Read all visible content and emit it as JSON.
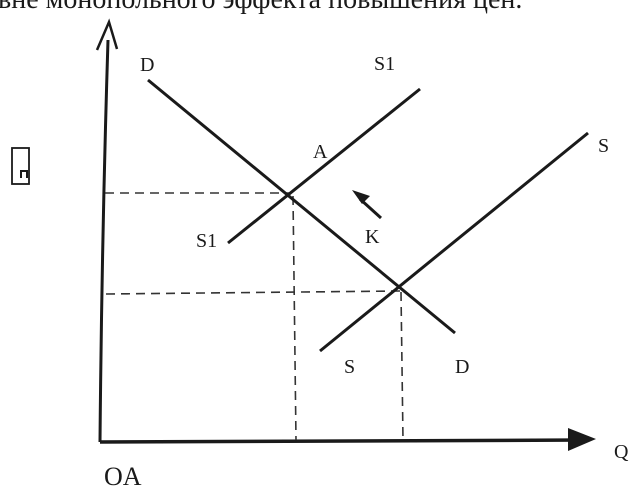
{
  "header": {
    "cut_text": "вне монопольного эффекта повышения цен."
  },
  "diagram": {
    "labels": {
      "demand_top": "D",
      "demand_bottom": "D",
      "supply1_top": "S1",
      "supply1_bottom": "S1",
      "supply_right": "S",
      "supply_bottom": "S",
      "point_a": "A",
      "arrow_k": "K",
      "x_axis": "Q"
    },
    "colors": {
      "ink": "#1a1a1a",
      "dashed": "#333333",
      "background": "#ffffff"
    }
  },
  "footer": {
    "caption": "OA"
  },
  "marker": {
    "icon": "broken-glyph-icon"
  }
}
